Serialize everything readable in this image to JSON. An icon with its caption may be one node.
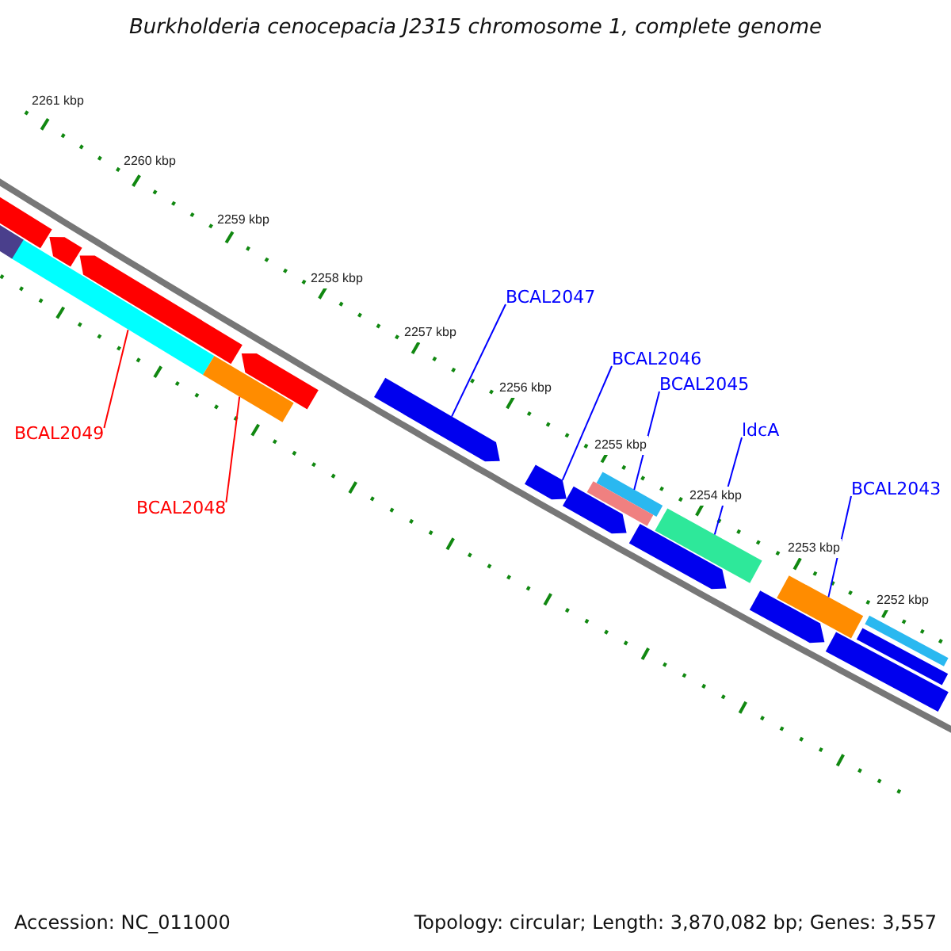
{
  "diagram": {
    "title": "Burkholderia cenocepacia J2315 chromosome 1, complete genome",
    "nodes": [
      {
        "text": [
          "BCAL2049"
        ]
      },
      {
        "text": [],
        "shape": "bar"
      },
      {
        "text": [
          "BCAL2048"
        ]
      },
      {
        "text": [],
        "shape": "bar"
      },
      {
        "text": [
          "BCAL2047"
        ]
      },
      {
        "text": [],
        "shape": "bar"
      },
      {
        "text": [
          "BCAL2046"
        ]
      },
      {
        "text": [],
        "shape": "bar"
      },
      {
        "text": [
          "BCAL2045"
        ]
      },
      {
        "text": [],
        "shape": "bar"
      },
      {
        "text": [
          "ldcA"
        ]
      },
      {
        "text": [],
        "shape": "bar"
      },
      {
        "text": [
          "BCAL2043"
        ]
      },
      {
        "text": [],
        "shape": "bar"
      },
      {
        "text": [],
        "shape": "bar"
      },
      {
        "text": [],
        "shape": "bar"
      },
      {
        "text": [],
        "shape": "bar"
      },
      {
        "text": [],
        "shape": "bar"
      },
      {
        "text": [],
        "shape": "bar"
      },
      {
        "text": [],
        "shape": "bar"
      },
      {
        "text": [],
        "shape": "bar"
      },
      {
        "text": [],
        "shape": "bar"
      },
      {
        "text": [],
        "shape": "bar"
      },
      {
        "text": [],
        "shape": "bar"
      },
      {
        "text": [],
        "shape": "bar"
      },
      {
        "text": [],
        "shape": "bar"
      }
    ],
    "edges": [
      {
        "from": 0,
        "to": 1,
        "arrow": "none",
        "color": "#ff0000"
      },
      {
        "from": 2,
        "to": 3,
        "arrow": "none",
        "color": "#ff0000"
      },
      {
        "from": 4,
        "to": 5,
        "arrow": "none"
      },
      {
        "from": 6,
        "to": 7,
        "arrow": "none"
      },
      {
        "from": 8,
        "to": 9,
        "arrow": "none"
      },
      {
        "from": 10,
        "to": 11,
        "arrow": "none"
      },
      {
        "from": 12,
        "to": 13,
        "arrow": "none"
      }
    ],
    "labels": [
      "2261 kbp",
      "2260 kbp",
      "2259 kbp",
      "2258 kbp",
      "2257 kbp",
      "2256 kbp",
      "2255 kbp",
      "2254 kbp",
      "2253 kbp",
      "2252 kbp",
      "Accession: NC_011000",
      "Topology: circular; Length: 3,870,082 bp; Genes: 3,557"
    ]
  }
}
